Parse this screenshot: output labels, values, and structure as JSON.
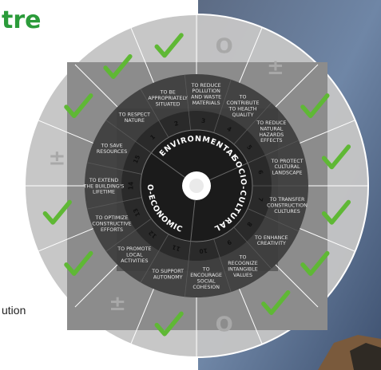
{
  "title_fragment": "tre",
  "side_fragment": "ution",
  "categories": {
    "environmental": "ENVIRONMENTAL",
    "socio_cultural": "SOCIO-CULTURAL",
    "socio_economic": "SOCIO-ECONOMIC"
  },
  "segments": [
    {
      "num": "1",
      "lines": [
        "TO RESPECT",
        "NATURE"
      ]
    },
    {
      "num": "2",
      "lines": [
        "TO BE",
        "APPROPRIATELY",
        "SITUATED"
      ]
    },
    {
      "num": "3",
      "lines": [
        "TO REDUCE",
        "POLLUTION",
        "AND WASTE",
        "MATERIALS"
      ]
    },
    {
      "num": "4",
      "lines": [
        "TO",
        "CONTRIBUTE",
        "TO HEALTH",
        "QUALITY"
      ]
    },
    {
      "num": "5",
      "lines": [
        "TO REDUCE",
        "NATURAL",
        "HAZARDS",
        "EFFECTS"
      ]
    },
    {
      "num": "6",
      "lines": [
        "TO PROTECT",
        "CULTURAL",
        "LANDSCAPE"
      ]
    },
    {
      "num": "7",
      "lines": [
        "TO TRANSFER",
        "CONSTRUCTION",
        "CULTURES"
      ]
    },
    {
      "num": "8",
      "lines": [
        "TO ENHANCE",
        "CREATIVITY"
      ]
    },
    {
      "num": "9",
      "lines": [
        "TO",
        "RECOGNIZE",
        "INTANGIBLE",
        "VALUES"
      ]
    },
    {
      "num": "10",
      "lines": [
        "TO",
        "ENCOURAGE",
        "SOCIAL",
        "COHESION"
      ]
    },
    {
      "num": "11",
      "lines": [
        "TO SUPPORT",
        "AUTONOMY"
      ]
    },
    {
      "num": "12",
      "lines": [
        "TO PROMOTE",
        "LOCAL",
        "ACTIVITIES"
      ]
    },
    {
      "num": "13",
      "lines": [
        "TO OPTIMIZE",
        "CONSTRUCTIVE",
        "EFFORTS"
      ]
    },
    {
      "num": "14",
      "lines": [
        "TO EXTEND",
        "THE BUILDING'S",
        "LIFETIME"
      ]
    },
    {
      "num": "15",
      "lines": [
        "TO SAVE",
        "RESOURCES"
      ]
    }
  ],
  "outer_marks": [
    "±",
    "check",
    "check",
    "check",
    "o",
    "±",
    "check",
    "check",
    "check",
    "check",
    "check",
    "o",
    "check",
    "±",
    "check",
    "check"
  ],
  "colors": {
    "check": "#5fb835",
    "mark": "#a8a8a8",
    "title": "#2b9b3a"
  }
}
